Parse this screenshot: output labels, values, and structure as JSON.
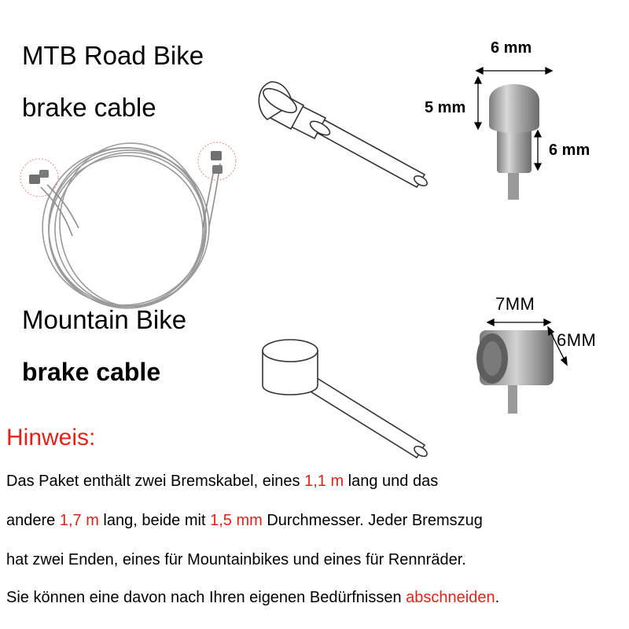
{
  "road": {
    "title_line1": "MTB Road Bike",
    "title_line2": "brake cable",
    "dim_width": "6 mm",
    "dim_head_height": "5 mm",
    "dim_barrel_height": "6 mm"
  },
  "mountain": {
    "title_line1": "Mountain Bike",
    "title_line2": "brake cable",
    "dim_width": "7MM",
    "dim_height": "6MM"
  },
  "hint": {
    "title": "Hinweis:",
    "line1": {
      "a": "Das Paket enthält zwei Bremskabel, eines ",
      "r1": "1,1 m",
      "b": " lang und das"
    },
    "line2": {
      "a": "andere ",
      "r1": "1,7 m",
      "b": " lang, beide mit ",
      "r2": "1,5 mm",
      "c": " Durchmesser. Jeder Bremszug"
    },
    "line3": {
      "a": "hat zwei Enden, eines für Mountainbikes und eines für Rennräder."
    },
    "line4": {
      "a": "Sie können eine davon nach Ihren eigenen Bedürfnissen ",
      "r1": "abschneiden",
      "b": "."
    }
  },
  "colors": {
    "accent": "#e2231a",
    "text": "#000000"
  }
}
